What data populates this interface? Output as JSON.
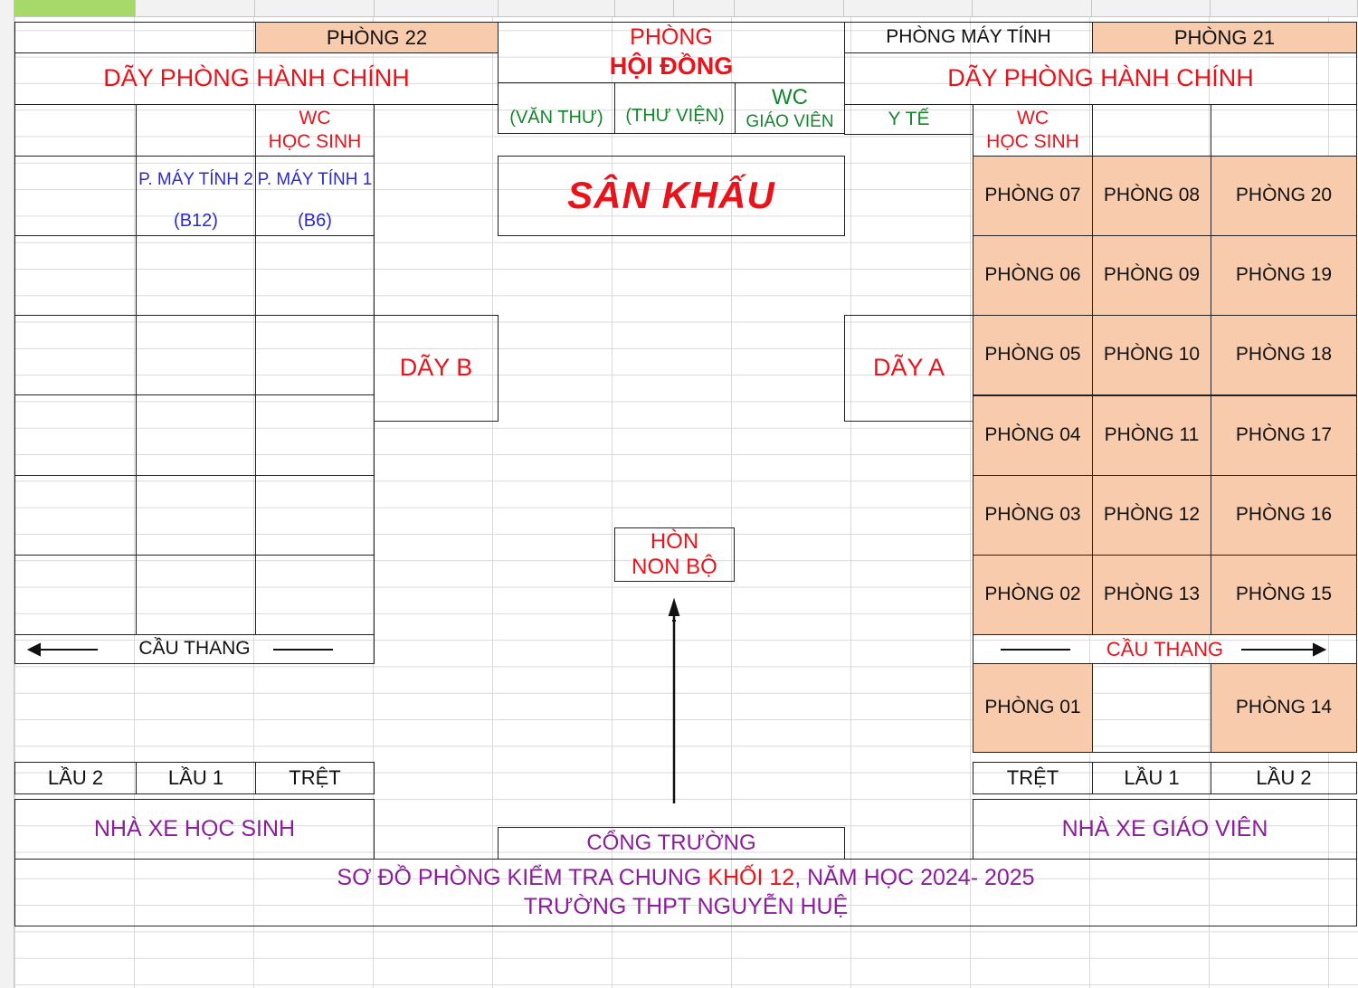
{
  "top": {
    "phong22": "PHÒNG 22",
    "phong_hoi_dong_1": "PHÒNG",
    "phong_hoi_dong_2": "HỘI ĐỒNG",
    "phong_may_tinh": "PHÒNG MÁY TÍNH",
    "phong21": "PHÒNG 21",
    "day_hanh_chinh_left": "DÃY PHÒNG HÀNH CHÍNH",
    "day_hanh_chinh_right": "DÃY PHÒNG HÀNH CHÍNH",
    "van_thu": "(VĂN THƯ)",
    "thu_vien": "(THƯ VIỆN)",
    "wc_gv_1": "WC",
    "wc_gv_2": "GIÁO VIÊN",
    "y_te": "Y TẾ",
    "wc_hs_left_1": "WC",
    "wc_hs_left_2": "HỌC SINH",
    "wc_hs_right_1": "WC",
    "wc_hs_right_2": "HỌC SINH"
  },
  "left": {
    "may_tinh_2": "P. MÁY TÍNH 2",
    "may_tinh_2_code": "(B12)",
    "may_tinh_1": "P. MÁY TÍNH 1",
    "may_tinh_1_code": "(B6)",
    "day_b": "DÃY B",
    "cau_thang": "CẦU THANG",
    "lau2": "LẦU 2",
    "lau1": "LẦU 1",
    "tret": "TRỆT",
    "nha_xe_hs": "NHÀ XE HỌC SINH"
  },
  "center": {
    "san_khau": "SÂN KHẤU",
    "hon_non_bo_1": "HÒN",
    "hon_non_bo_2": "NON BỘ",
    "cong_truong": "CỔNG TRƯỜNG"
  },
  "right": {
    "day_a": "DÃY A",
    "rooms": [
      [
        "PHÒNG 07",
        "PHÒNG 08",
        "PHÒNG 20"
      ],
      [
        "PHÒNG 06",
        "PHÒNG 09",
        "PHÒNG 19"
      ],
      [
        "PHÒNG 05",
        "PHÒNG 10",
        "PHÒNG 18"
      ],
      [
        "PHÒNG 04",
        "PHÒNG 11",
        "PHÒNG 17"
      ],
      [
        "PHÒNG 03",
        "PHÒNG 12",
        "PHÒNG 16"
      ],
      [
        "PHÒNG 02",
        "PHÒNG 13",
        "PHÒNG 15"
      ]
    ],
    "cau_thang": "CẦU THANG",
    "phong01": "PHÒNG 01",
    "phong14": "PHÒNG 14",
    "tret": "TRỆT",
    "lau1": "LẦU 1",
    "lau2": "LẦU 2",
    "nha_xe_gv": "NHÀ XE GIÁO VIÊN"
  },
  "footer": {
    "line1_a": "SƠ ĐỒ PHÒNG KIỂM TRA CHUNG ",
    "line1_b": "KHỐI 12",
    "line1_c": ", NĂM HỌC 2024- 2025",
    "line2": "TRƯỜNG THPT NGUYỄN HUỆ"
  },
  "colors": {
    "peach": "#f8cbad",
    "red": "#e8141c",
    "green": "#15862b",
    "blue": "#2a2ad0",
    "purple": "#8a1e9b"
  }
}
